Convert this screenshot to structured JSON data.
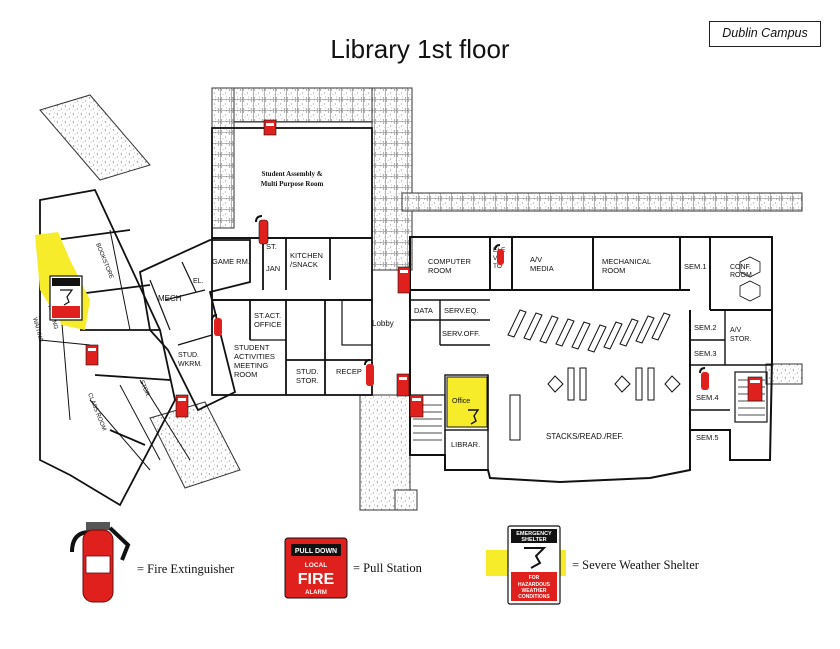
{
  "header": {
    "title": "Library 1st floor",
    "campus_label": "Dublin Campus"
  },
  "rooms": {
    "student_assembly_1": "Student Assembly &",
    "student_assembly_2": "Multi Purpose Room",
    "game_rm": "GAME RM.",
    "st": "ST.",
    "jan": "JAN",
    "kitchen_1": "KITCHEN",
    "kitchen_2": "/SNACK",
    "el": "EL.",
    "mech": "MECH",
    "st_act_1": "ST.ACT.",
    "st_act_2": "OFFICE",
    "student_act_1": "STUDENT",
    "student_act_2": "ACTIVITIES",
    "student_act_3": "MEETING",
    "student_act_4": "ROOM",
    "stud_wkrm_1": "STUD.",
    "stud_wkrm_2": "WKRM.",
    "stud_stor_1": "STUD.",
    "stud_stor_2": "STOR.",
    "recep": "RECEP",
    "lobby": "Lobby",
    "computer_1": "COMPUTER",
    "computer_2": "ROOM",
    "elev_1": "ELE",
    "elev_2": "V.",
    "elev_3": "TO",
    "av_media_1": "A/V",
    "av_media_2": "MEDIA",
    "mechanical_1": "MECHANICAL",
    "mechanical_2": "ROOM",
    "sem1": "SEM.1",
    "conf_1": "CONF.",
    "conf_2": "ROOM",
    "data": "DATA",
    "serv_eq": "SERV.EQ.",
    "serv_off": "SERV.OFF.",
    "sem2": "SEM.2",
    "sem3": "SEM.3",
    "av_stor_1": "A/V",
    "av_stor_2": "STOR.",
    "sem4": "SEM.4",
    "sem5": "SEM.5",
    "office": "Office",
    "librar": "LIBRAR.",
    "stacks": "STACKS/READ./REF.",
    "bookstore": "BOOKSTORE",
    "class_room": "CLASS ROOM",
    "waiting_1": "WAITING",
    "waiting_2": "WAITING",
    "stor": "STOR."
  },
  "signs": {
    "pull_top": "PULL DOWN",
    "pull_local": "LOCAL",
    "pull_fire": "FIRE",
    "pull_alarm": "ALARM",
    "shelter_top_1": "EMERGENCY",
    "shelter_top_2": "SHELTER",
    "shelter_bottom_1": "FOR",
    "shelter_bottom_2": "HAZARDOUS",
    "shelter_bottom_3": "WEATHER",
    "shelter_bottom_4": "CONDITIONS"
  },
  "legend": {
    "extinguisher": "= Fire Extinguisher",
    "pull_station": "= Pull Station",
    "shelter": "= Severe Weather Shelter"
  },
  "colors": {
    "fire_red": "#e0201c",
    "shelter_yellow": "#f6ec2a",
    "wall": "#111111",
    "speckle": "#9a9a9a"
  },
  "icons": {
    "extinguisher": "fire-extinguisher-icon",
    "pull_station": "pull-station-icon",
    "shelter": "weather-shelter-icon"
  }
}
